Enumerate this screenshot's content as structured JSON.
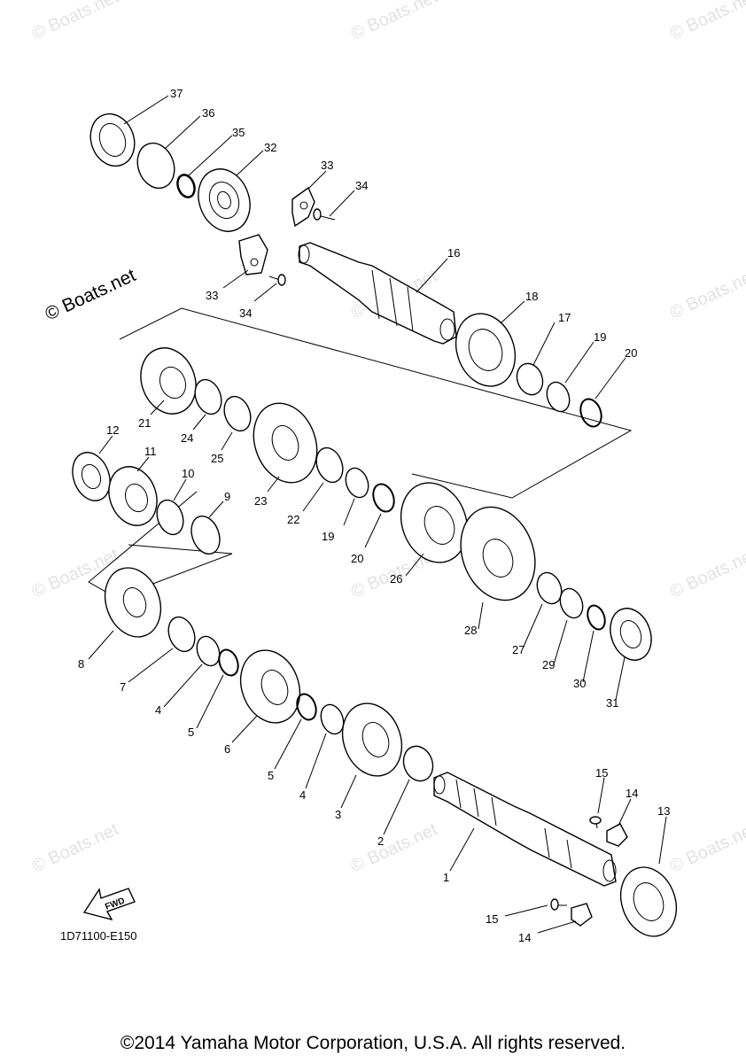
{
  "watermark_text": "© Boats.net",
  "diagram_code": "1D71100-E150",
  "fwd_label": "FWD",
  "copyright": "©2014 Yamaha Motor Corporation, U.S.A. All rights reserved.",
  "callouts": [
    {
      "id": "37",
      "label": "37"
    },
    {
      "id": "36",
      "label": "36"
    },
    {
      "id": "35",
      "label": "35"
    },
    {
      "id": "32",
      "label": "32"
    },
    {
      "id": "33a",
      "label": "33"
    },
    {
      "id": "34a",
      "label": "34"
    },
    {
      "id": "33b",
      "label": "33"
    },
    {
      "id": "34b",
      "label": "34"
    },
    {
      "id": "16",
      "label": "16"
    },
    {
      "id": "18",
      "label": "18"
    },
    {
      "id": "17",
      "label": "17"
    },
    {
      "id": "19a",
      "label": "19"
    },
    {
      "id": "20a",
      "label": "20"
    },
    {
      "id": "21",
      "label": "21"
    },
    {
      "id": "24",
      "label": "24"
    },
    {
      "id": "25",
      "label": "25"
    },
    {
      "id": "23",
      "label": "23"
    },
    {
      "id": "22",
      "label": "22"
    },
    {
      "id": "19b",
      "label": "19"
    },
    {
      "id": "20b",
      "label": "20"
    },
    {
      "id": "12",
      "label": "12"
    },
    {
      "id": "11",
      "label": "11"
    },
    {
      "id": "10",
      "label": "10"
    },
    {
      "id": "9",
      "label": "9"
    },
    {
      "id": "26",
      "label": "26"
    },
    {
      "id": "28",
      "label": "28"
    },
    {
      "id": "27",
      "label": "27"
    },
    {
      "id": "29",
      "label": "29"
    },
    {
      "id": "30",
      "label": "30"
    },
    {
      "id": "31",
      "label": "31"
    },
    {
      "id": "8",
      "label": "8"
    },
    {
      "id": "7",
      "label": "7"
    },
    {
      "id": "4a",
      "label": "4"
    },
    {
      "id": "5a",
      "label": "5"
    },
    {
      "id": "6",
      "label": "6"
    },
    {
      "id": "5b",
      "label": "5"
    },
    {
      "id": "4b",
      "label": "4"
    },
    {
      "id": "3",
      "label": "3"
    },
    {
      "id": "2",
      "label": "2"
    },
    {
      "id": "1",
      "label": "1"
    },
    {
      "id": "15a",
      "label": "15"
    },
    {
      "id": "14a",
      "label": "14"
    },
    {
      "id": "13",
      "label": "13"
    },
    {
      "id": "15b",
      "label": "15"
    },
    {
      "id": "14b",
      "label": "14"
    }
  ]
}
